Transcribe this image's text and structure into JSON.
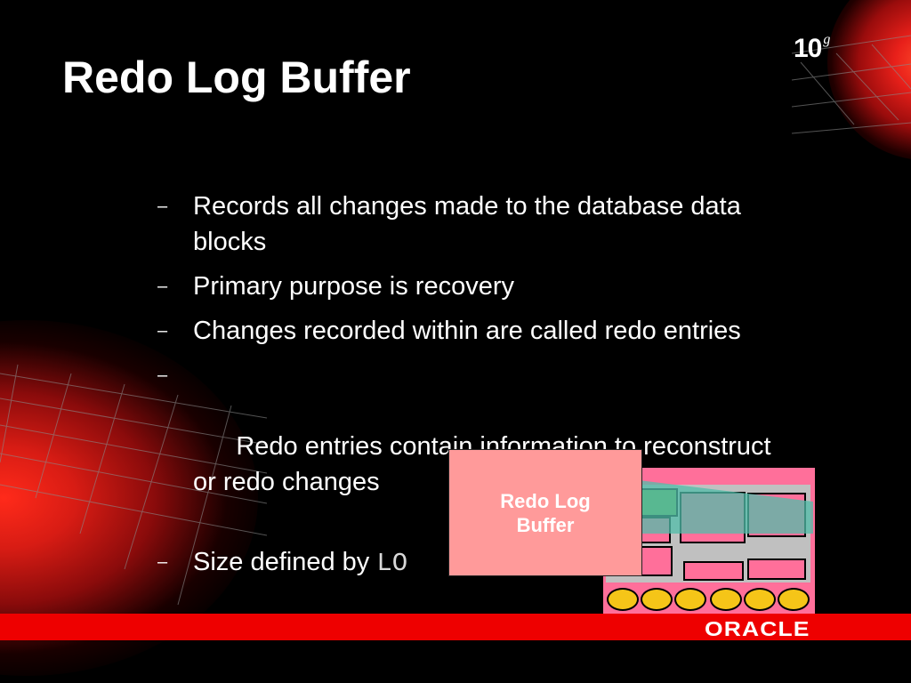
{
  "slide": {
    "title": "Redo Log Buffer",
    "version_logo": {
      "number": "10",
      "superscript": "g"
    },
    "bullets": [
      "Records all changes made to the database data blocks",
      "Primary purpose is recovery",
      "Changes recorded within are called redo entries",
      "Redo entries contain information to reconstruct                        or redo changes"
    ],
    "size_bullet": {
      "prefix": "Size defined by",
      "parameter_visible": "LO"
    },
    "callout": {
      "line1": "Redo Log",
      "line2": "Buffer"
    },
    "brand": "ORACLE",
    "colors": {
      "background": "#000000",
      "footer_bar": "#ee0000",
      "callout_fill": "#ff9a9a",
      "sga_fill": "#ff6f9a",
      "process_fill": "#f5c518"
    }
  }
}
